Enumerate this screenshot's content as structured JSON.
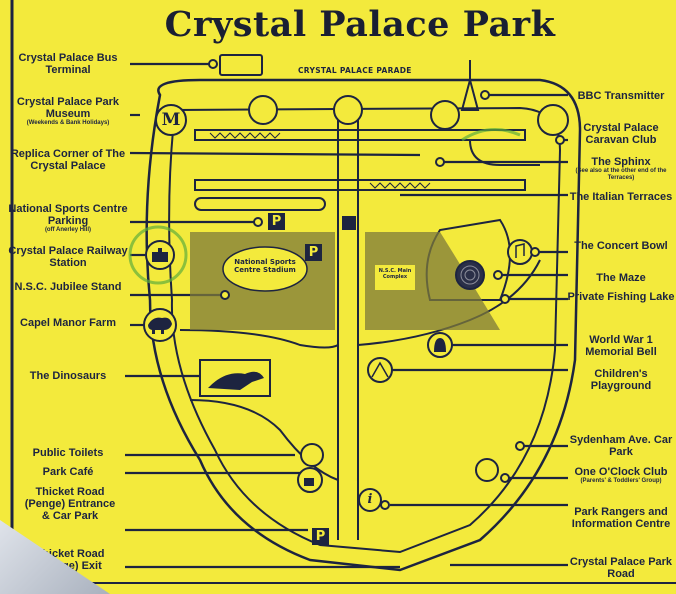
{
  "title": "Crystal Palace Park",
  "road_top": "CRYSTAL PALACE PARADE",
  "inner": {
    "stadium": "National Sports Centre Stadium",
    "complex": "N.S.C. Main Complex",
    "parking": "P",
    "museum": "M",
    "info": "i"
  },
  "left_labels": [
    {
      "name": "Crystal Palace Bus Terminal"
    },
    {
      "name": "Crystal Palace Park Museum",
      "note": "(Weekends & Bank Holidays)"
    },
    {
      "name": "Replica Corner of The Crystal Palace"
    },
    {
      "name": "National Sports Centre Parking",
      "note": "(off Anerley Hill)"
    },
    {
      "name": "Crystal Palace Railway Station"
    },
    {
      "name": "N.S.C. Jubilee Stand"
    },
    {
      "name": "Capel Manor Farm"
    },
    {
      "name": "The Dinosaurs"
    },
    {
      "name": "Public Toilets"
    },
    {
      "name": "Park Café"
    },
    {
      "name": "Thicket Road (Penge) Entrance & Car Park"
    },
    {
      "name": "Thicket Road (Penge) Exit"
    }
  ],
  "right_labels": [
    {
      "name": "BBC Transmitter"
    },
    {
      "name": "Crystal Palace Caravan Club"
    },
    {
      "name": "The Sphinx",
      "note": "(See also at the other end of the Terraces)"
    },
    {
      "name": "The Italian Terraces"
    },
    {
      "name": "The Concert Bowl"
    },
    {
      "name": "The Maze"
    },
    {
      "name": "Private Fishing Lake"
    },
    {
      "name": "World War 1 Memorial Bell"
    },
    {
      "name": "Children's Playground"
    },
    {
      "name": "Sydenham Ave. Car Park"
    },
    {
      "name": "One O'Clock Club",
      "note": "(Parents' & Toddlers' Group)"
    },
    {
      "name": "Park Rangers and Information Centre"
    },
    {
      "name": "Crystal Palace Park Road"
    }
  ],
  "colors": {
    "paper": "#f3ea3c",
    "ink": "#1d2440",
    "green": "#5fae3a",
    "shade": "#7d7a3a"
  }
}
